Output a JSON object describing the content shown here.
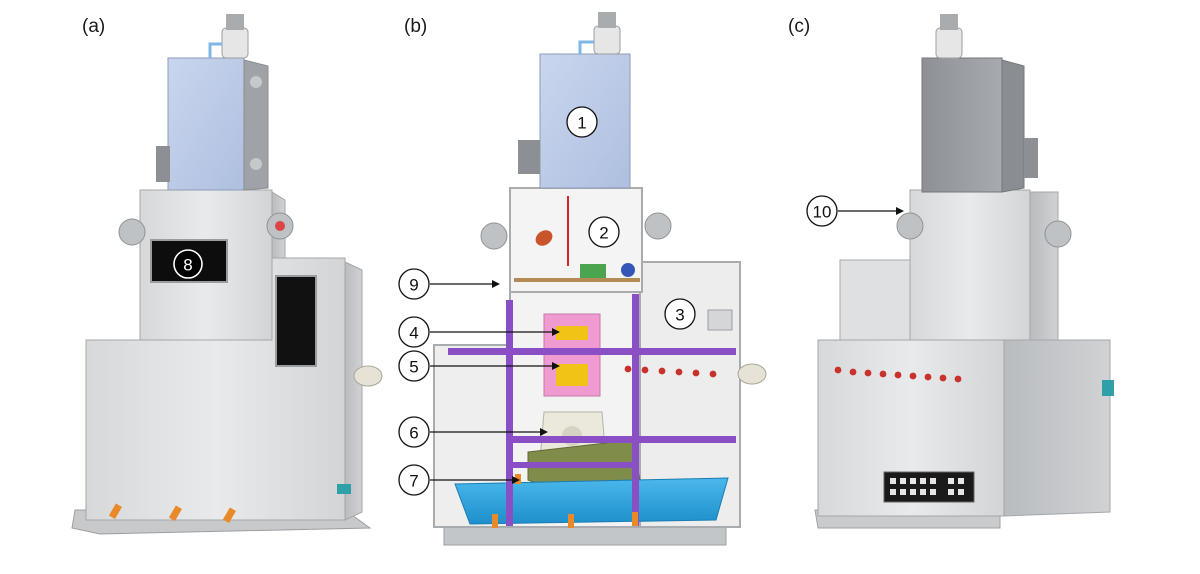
{
  "panels": [
    {
      "id": "a",
      "label": "(a)"
    },
    {
      "id": "b",
      "label": "(b)"
    },
    {
      "id": "c",
      "label": "(c)"
    }
  ],
  "callouts": [
    {
      "number": "1"
    },
    {
      "number": "2"
    },
    {
      "number": "3"
    },
    {
      "number": "4"
    },
    {
      "number": "5"
    },
    {
      "number": "6"
    },
    {
      "number": "7"
    },
    {
      "number": "8"
    },
    {
      "number": "9"
    },
    {
      "number": "10"
    }
  ],
  "colors": {
    "housing_light": "#e4e5e6",
    "housing_mid": "#cfd1d3",
    "housing_dark": "#a9acaf",
    "glass_blue": "#bccbe6",
    "interior_white": "#f3f3f3",
    "frame_purple": "#8a4fc4",
    "stage_pink": "#ef9ad0",
    "stage_yellow": "#f2c317",
    "goniometer_green": "#7f8c4a",
    "base_cyan": "#2aa3df",
    "laser_red": "#d42626",
    "handle_orange": "#e9892a",
    "led_red": "#c8322c"
  }
}
